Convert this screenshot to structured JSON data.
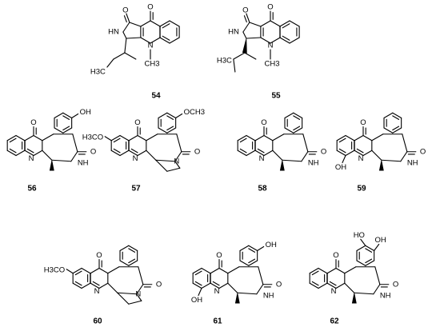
{
  "compounds": [
    {
      "id": "54"
    },
    {
      "id": "55"
    },
    {
      "id": "56"
    },
    {
      "id": "57"
    },
    {
      "id": "58"
    },
    {
      "id": "59"
    },
    {
      "id": "60"
    },
    {
      "id": "61"
    },
    {
      "id": "62"
    }
  ],
  "atoms": {
    "o": "O",
    "n": "N",
    "hn": "HN",
    "nh": "NH",
    "ch3": "CH3",
    "h3c": "H3C",
    "oh": "OH",
    "ho": "HO",
    "och3": "OCH3",
    "h3co": "H3CO"
  }
}
